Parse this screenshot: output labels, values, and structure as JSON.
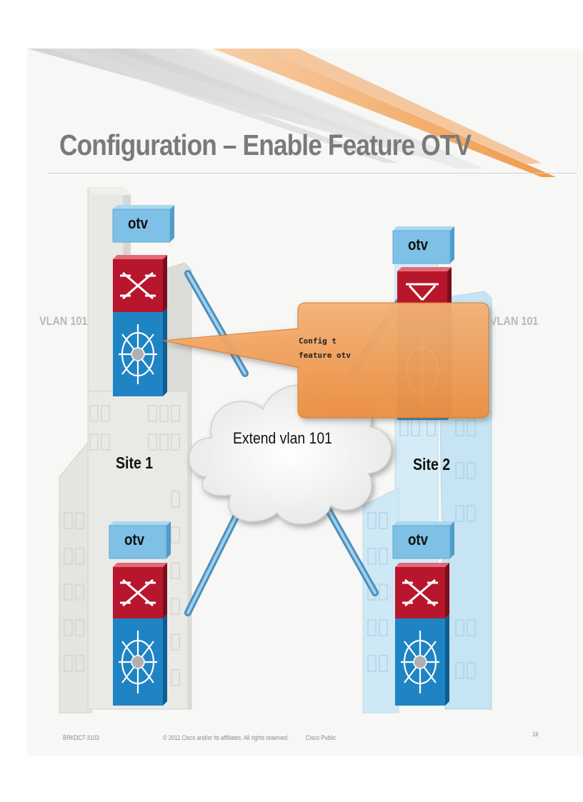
{
  "slide": {
    "title": "Configuration – Enable Feature OTV"
  },
  "labels": {
    "vlan_left": "VLAN 101",
    "vlan_right": "VLAN 101",
    "site1": "Site 1",
    "site2": "Site 2",
    "cloud": "Extend vlan 101"
  },
  "devices": {
    "site1_top_otv": "otv",
    "site1_bottom_otv": "otv",
    "site2_top_otv": "otv",
    "site2_bottom_otv": "otv"
  },
  "callout": {
    "line1": "Config t",
    "line2": "feature otv"
  },
  "footer": {
    "code": "BRKDCT-3103",
    "copyright": "© 2011 Cisco and/or its affiliates. All rights reserved.",
    "classification": "Cisco Public",
    "page": "16"
  },
  "colors": {
    "title": "#7a7a7a",
    "otv_box": "#7fc0e6",
    "switch_red": "#b8162c",
    "switch_blue": "#1f84c4",
    "callout": "#f29a4a",
    "link": "#6aaed6",
    "building_left": "#e4e4e0",
    "building_right": "#c9e6f4"
  }
}
